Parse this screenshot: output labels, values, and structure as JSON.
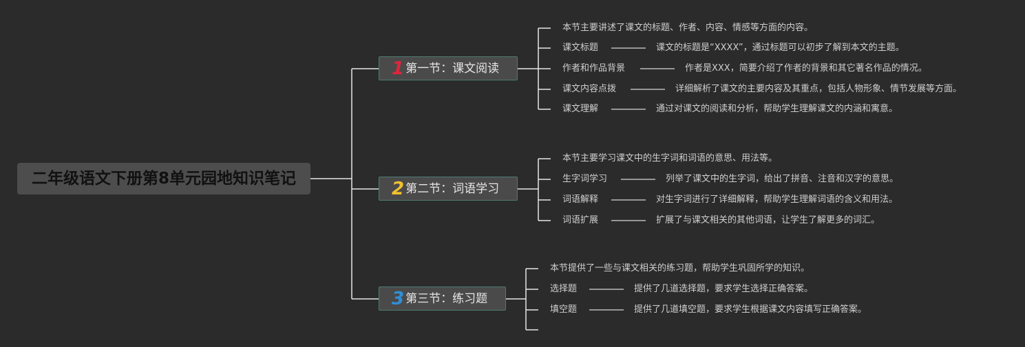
{
  "root": {
    "title": "二年级语文下册第8单元园地知识笔记"
  },
  "sections": [
    {
      "number": "1",
      "number_color": "#e0253c",
      "label": "第一节：课文阅读",
      "summary": "本节主要讲述了课文的标题、作者、内容、情感等方面的内容。",
      "items": [
        {
          "name": "课文标题",
          "desc": "课文的标题是“XXXX”，通过标题可以初步了解到本文的主题。"
        },
        {
          "name": "作者和作品背景",
          "desc": "作者是XXX，简要介绍了作者的背景和其它著名作品的情况。"
        },
        {
          "name": "课文内容点拨",
          "desc": "详细解析了课文的主要内容及其重点，包括人物形象、情节发展等方面。"
        },
        {
          "name": "课文理解",
          "desc": "通过对课文的阅读和分析，帮助学生理解课文的内涵和寓意。"
        }
      ]
    },
    {
      "number": "2",
      "number_color": "#f2c12e",
      "label": "第二节：词语学习",
      "summary": "本节主要学习课文中的生字词和词语的意思、用法等。",
      "items": [
        {
          "name": "生字词学习",
          "desc": "列举了课文中的生字词，给出了拼音、注音和汉字的意思。"
        },
        {
          "name": "词语解释",
          "desc": "对生字词进行了详细解释，帮助学生理解词语的含义和用法。"
        },
        {
          "name": "词语扩展",
          "desc": "扩展了与课文相关的其他词语，让学生了解更多的词汇。"
        }
      ]
    },
    {
      "number": "3",
      "number_color": "#2f8fd8",
      "label": "第三节：练习题",
      "summary": "本节提供了一些与课文相关的练习题，帮助学生巩固所学的知识。",
      "items": [
        {
          "name": "选择题",
          "desc": "提供了几道选择题，要求学生选择正确答案。"
        },
        {
          "name": "填空题",
          "desc": "提供了几道填空题，要求学生根据课文内容填写正确答案。"
        }
      ]
    }
  ]
}
